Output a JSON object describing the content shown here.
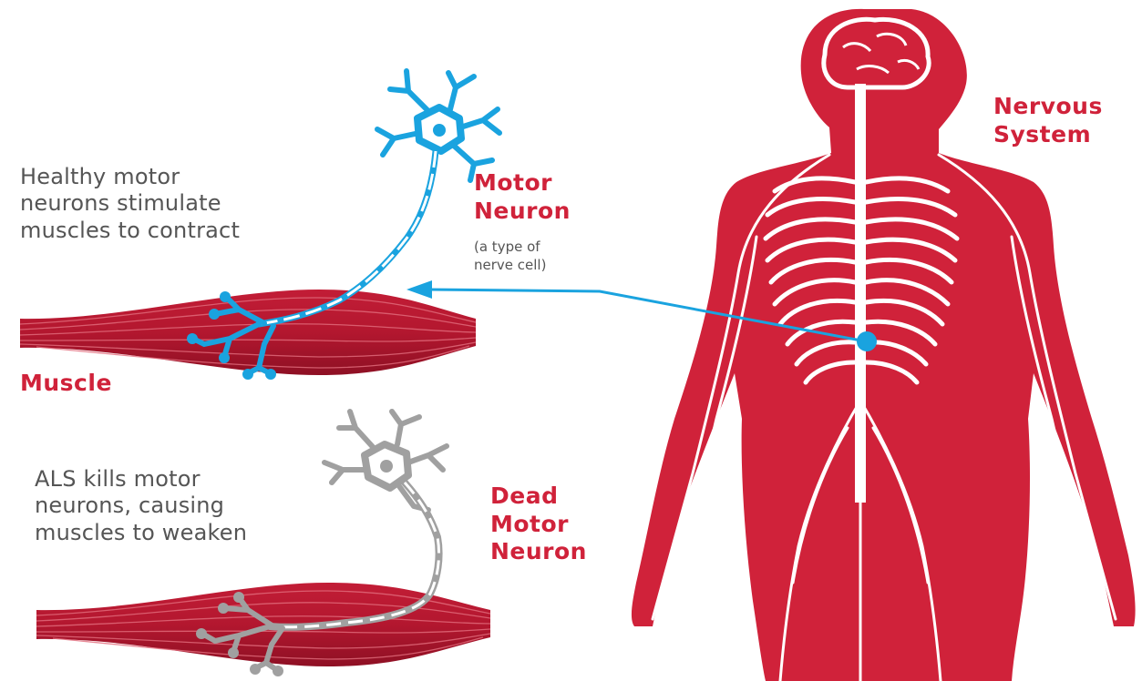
{
  "labels": {
    "healthy_text": [
      "Healthy motor",
      "neurons stimulate",
      "muscles to contract"
    ],
    "motor_neuron_title": [
      "Motor",
      "Neuron"
    ],
    "motor_neuron_note": [
      "(a type of",
      "nerve cell)"
    ],
    "muscle": "Muscle",
    "als_text": [
      "ALS kills motor",
      "neurons, causing",
      "muscles to weaken"
    ],
    "dead_neuron_title": [
      "Dead",
      "Motor",
      "Neuron"
    ],
    "nervous_system": [
      "Nervous",
      "System"
    ]
  },
  "colors": {
    "accent_red": "#d0223a",
    "healthy_neuron_blue": "#1aa3df",
    "dead_neuron_gray": "#a0a0a0",
    "muscle_red": "#b3172f",
    "text_gray": "#555555"
  }
}
